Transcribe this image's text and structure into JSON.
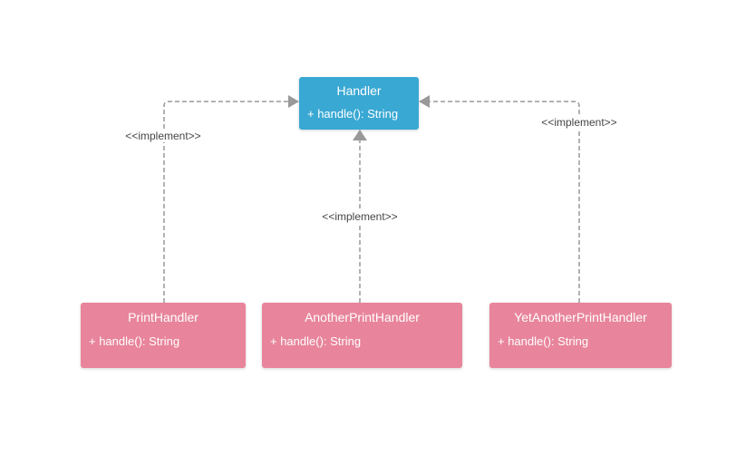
{
  "diagram": {
    "type": "uml-class-diagram",
    "colors": {
      "interface_fill": "#39a8d3",
      "class_fill": "#e8849b",
      "box_text": "#ffffff",
      "connector": "#999999",
      "label_text": "#454545",
      "background": "#ffffff"
    },
    "classes": [
      {
        "id": "handler",
        "name": "Handler",
        "methods": [
          "+ handle(): String"
        ]
      },
      {
        "id": "print-handler",
        "name": "PrintHandler",
        "methods": [
          "+ handle(): String"
        ]
      },
      {
        "id": "another-print-handler",
        "name": "AnotherPrintHandler",
        "methods": [
          "+ handle(): String"
        ]
      },
      {
        "id": "yet-another-print-handler",
        "name": "YetAnotherPrintHandler",
        "methods": [
          "+ handle(): String"
        ]
      }
    ],
    "relationships": [
      {
        "from": "PrintHandler",
        "to": "Handler",
        "type": "implement",
        "label": "<<implement>>"
      },
      {
        "from": "AnotherPrintHandler",
        "to": "Handler",
        "type": "implement",
        "label": "<<implement>>"
      },
      {
        "from": "YetAnotherPrintHandler",
        "to": "Handler",
        "type": "implement",
        "label": "<<implement>>"
      }
    ]
  }
}
